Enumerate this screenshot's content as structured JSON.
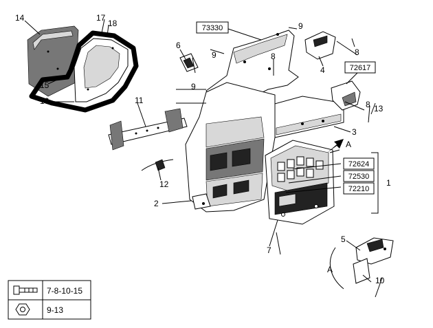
{
  "callouts": {
    "c14": "14",
    "c17": "17",
    "c18": "18",
    "c15": "15",
    "c16": "16",
    "c6": "6",
    "c9a": "9",
    "c9b": "9",
    "c9c": "9",
    "c8a": "8",
    "c8b": "8",
    "c8c": "8",
    "c4": "4",
    "c11": "11",
    "c13": "13",
    "c3": "3",
    "cA1": "A",
    "c1": "1",
    "c12": "12",
    "c2": "2",
    "c7": "7",
    "c5": "5",
    "cA2": "A",
    "c10": "10"
  },
  "boxed_refs": {
    "r73330": "73330",
    "r72617": "72617",
    "r72624": "72624",
    "r72530": "72530",
    "r72210": "72210"
  },
  "legend": {
    "bolt_refs": "7-8-10-15",
    "nut_refs": "9-13"
  }
}
